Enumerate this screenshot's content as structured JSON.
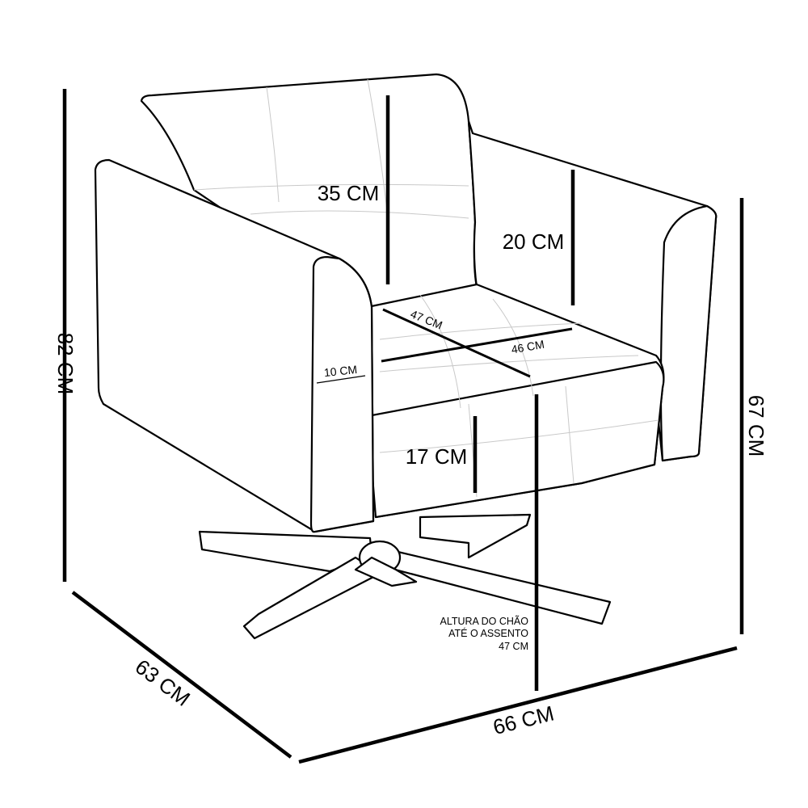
{
  "dimensions": {
    "total_height": "82 CM",
    "armrest_height": "67 CM",
    "depth": "63 CM",
    "width": "66 CM",
    "backrest_height": "35 CM",
    "side_height": "20 CM",
    "seat_depth": "47 CM",
    "seat_width": "46 CM",
    "armrest_width": "10 CM",
    "seat_thickness": "17 CM"
  },
  "floor_to_seat": {
    "line1": "ALTURA DO CHÃO",
    "line2": "ATÉ O ASSENTO",
    "line3": "47 CM"
  }
}
